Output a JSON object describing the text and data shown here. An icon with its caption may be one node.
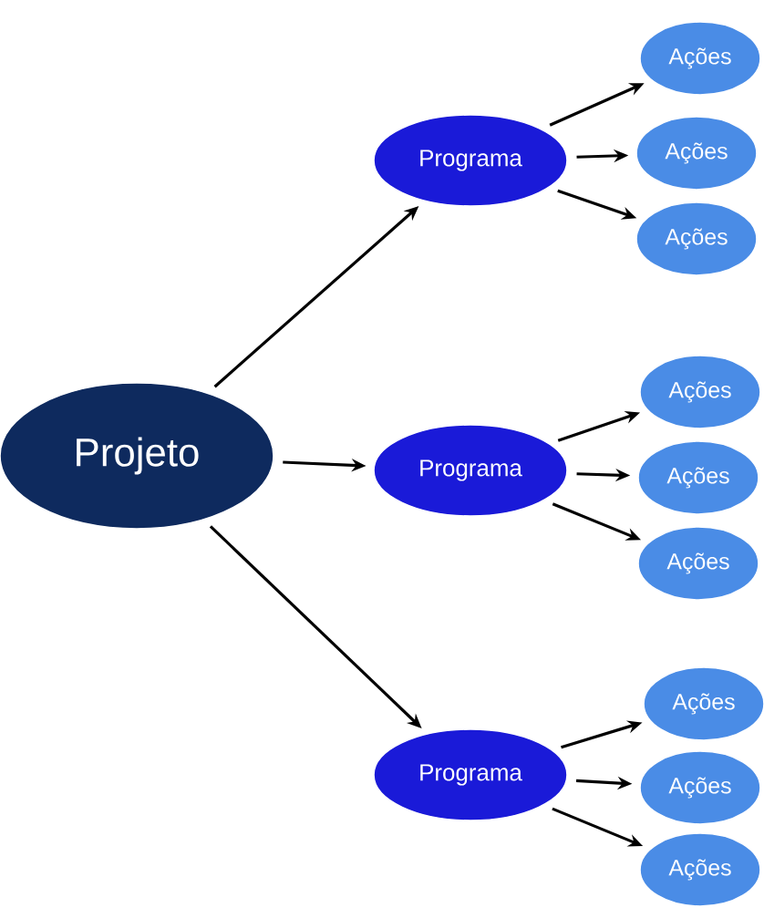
{
  "diagram": {
    "nodes": [
      {
        "text": [
          "Projeto"
        ]
      },
      {
        "text": [
          "Programa"
        ]
      },
      {
        "text": [
          "Ações"
        ]
      },
      {
        "text": [
          "Ações"
        ]
      },
      {
        "text": [
          "Ações"
        ]
      },
      {
        "text": [
          "Programa"
        ]
      },
      {
        "text": [
          "Ações"
        ]
      },
      {
        "text": [
          "Ações"
        ]
      },
      {
        "text": [
          "Ações"
        ]
      },
      {
        "text": [
          "Programa"
        ]
      },
      {
        "text": [
          "Ações"
        ]
      },
      {
        "text": [
          "Ações"
        ]
      },
      {
        "text": [
          "Ações"
        ]
      }
    ],
    "edges": [
      {
        "from": 0,
        "to": 1,
        "arrow": "to"
      },
      {
        "from": 0,
        "to": 5,
        "arrow": "to"
      },
      {
        "from": 0,
        "to": 9,
        "arrow": "to"
      },
      {
        "from": 1,
        "to": 2,
        "arrow": "to"
      },
      {
        "from": 1,
        "to": 3,
        "arrow": "to"
      },
      {
        "from": 1,
        "to": 4,
        "arrow": "to"
      },
      {
        "from": 5,
        "to": 6,
        "arrow": "to"
      },
      {
        "from": 5,
        "to": 7,
        "arrow": "to"
      },
      {
        "from": 5,
        "to": 8,
        "arrow": "to"
      },
      {
        "from": 9,
        "to": 10,
        "arrow": "to"
      },
      {
        "from": 9,
        "to": 11,
        "arrow": "to"
      },
      {
        "from": 9,
        "to": 12,
        "arrow": "to"
      }
    ]
  }
}
